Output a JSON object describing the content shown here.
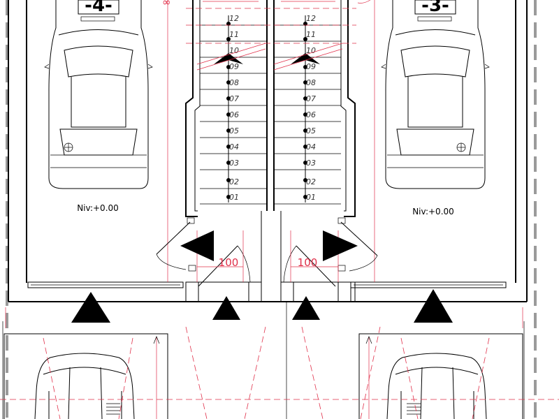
{
  "plates": {
    "left": "-4-",
    "right": "-3-"
  },
  "levels": {
    "left": "Niv:+0.00",
    "right": "Niv:+0.00"
  },
  "stairs": {
    "left_numbers": [
      "12",
      "11",
      "10",
      "09",
      "08",
      "07",
      "06",
      "05",
      "04",
      "03",
      "02",
      "01"
    ],
    "right_numbers": [
      "12",
      "11",
      "10",
      "09",
      "08",
      "07",
      "06",
      "05",
      "04",
      "03",
      "02",
      "01"
    ]
  },
  "dimensions": {
    "left_door": "100",
    "right_door": "100"
  },
  "colors": {
    "line": "#000000",
    "axis": "#e0304a",
    "boundary": "#9a9a9a"
  }
}
